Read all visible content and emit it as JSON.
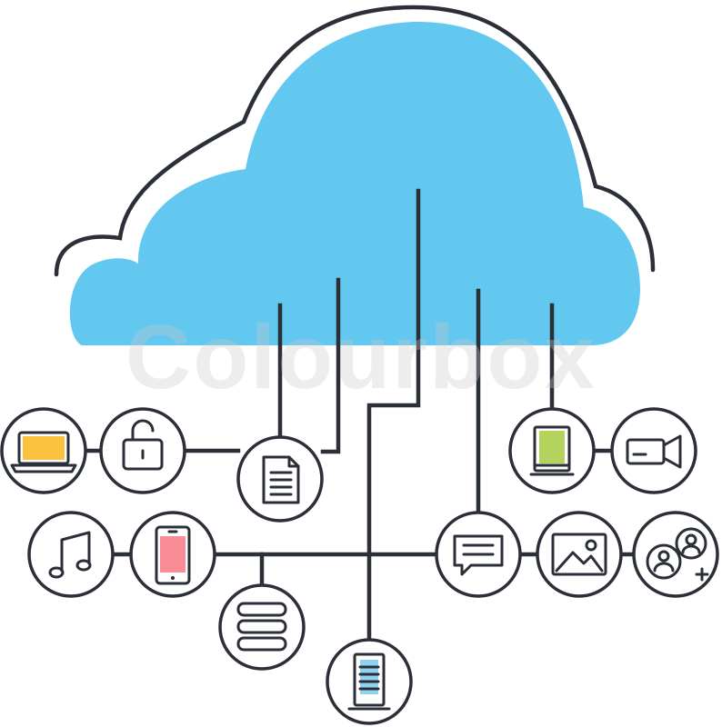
{
  "watermark": {
    "text": "Colourbox"
  },
  "colors": {
    "cloud_fill": "#63c8f0",
    "outline": "#2b2f38",
    "laptop_screen": "#fbc23f",
    "phone_screen": "#f98c95",
    "book_cover": "#b3d35c",
    "chat_bubble": "#fbc23f",
    "database_disk": "#8fd1ef",
    "server_panel": "#8fd1ef",
    "avatar_green": "#b3d35c",
    "avatar_pink": "#f57f8e"
  },
  "nodes": [
    {
      "name": "laptop-node",
      "icon": "laptop-icon"
    },
    {
      "name": "unlock-node",
      "icon": "unlock-icon"
    },
    {
      "name": "document-node",
      "icon": "document-icon"
    },
    {
      "name": "music-node",
      "icon": "music-note-icon"
    },
    {
      "name": "smartphone-node",
      "icon": "smartphone-icon"
    },
    {
      "name": "database-node",
      "icon": "database-icon"
    },
    {
      "name": "server-node",
      "icon": "server-icon"
    },
    {
      "name": "chat-node",
      "icon": "chat-bubble-icon"
    },
    {
      "name": "ebook-node",
      "icon": "book-icon"
    },
    {
      "name": "video-camera-node",
      "icon": "video-camera-icon"
    },
    {
      "name": "image-node",
      "icon": "image-icon"
    },
    {
      "name": "add-contact-node",
      "icon": "add-user-icon"
    }
  ]
}
